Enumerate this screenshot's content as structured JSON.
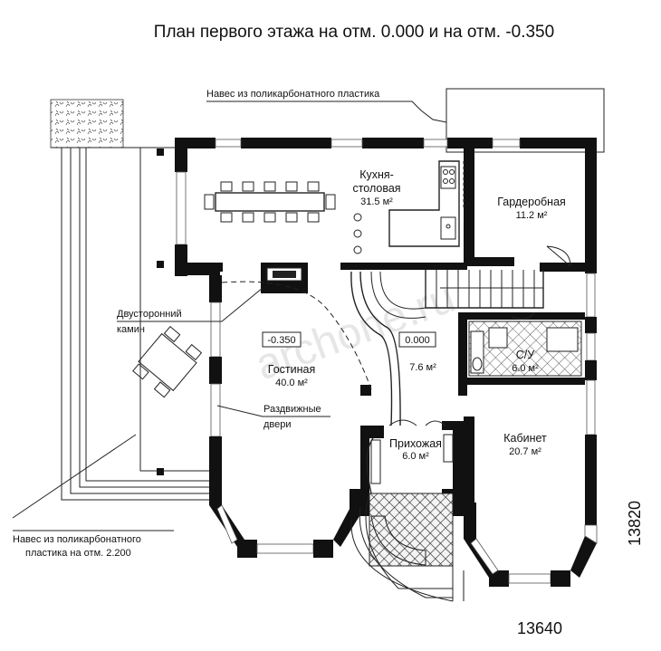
{
  "title": "План первого этажа на отм. 0.000 и на отм. -0.350",
  "rooms": {
    "kitchen": {
      "name_line1": "Кухня-",
      "name_line2": "столовая",
      "area": "31.5 м²"
    },
    "wardrobe": {
      "name": "Гардеробная",
      "area": "11.2 м²"
    },
    "bathroom": {
      "name": "С/У",
      "area": "6.0 м²"
    },
    "living": {
      "name": "Гостиная",
      "area": "40.0 м²"
    },
    "hall": {
      "area": "7.6 м²"
    },
    "entrance": {
      "name": "Прихожая",
      "area": "6.0 м²"
    },
    "study": {
      "name": "Кабинет",
      "area": "20.7 м²"
    }
  },
  "levels": {
    "living": "-0.350",
    "hall": "0.000"
  },
  "notes": {
    "canopy_top": "Навес из поликарбонатного пластика",
    "fireplace_line1": "Двусторонний",
    "fireplace_line2": "камин",
    "doors_line1": "Раздвижные",
    "doors_line2": "двери",
    "canopy_left_line1": "Навес из поликарбонатного",
    "canopy_left_line2": "пластика на отм. 2.200"
  },
  "dimensions": {
    "width": "13640",
    "height": "13820"
  },
  "watermark": "archone.ru"
}
